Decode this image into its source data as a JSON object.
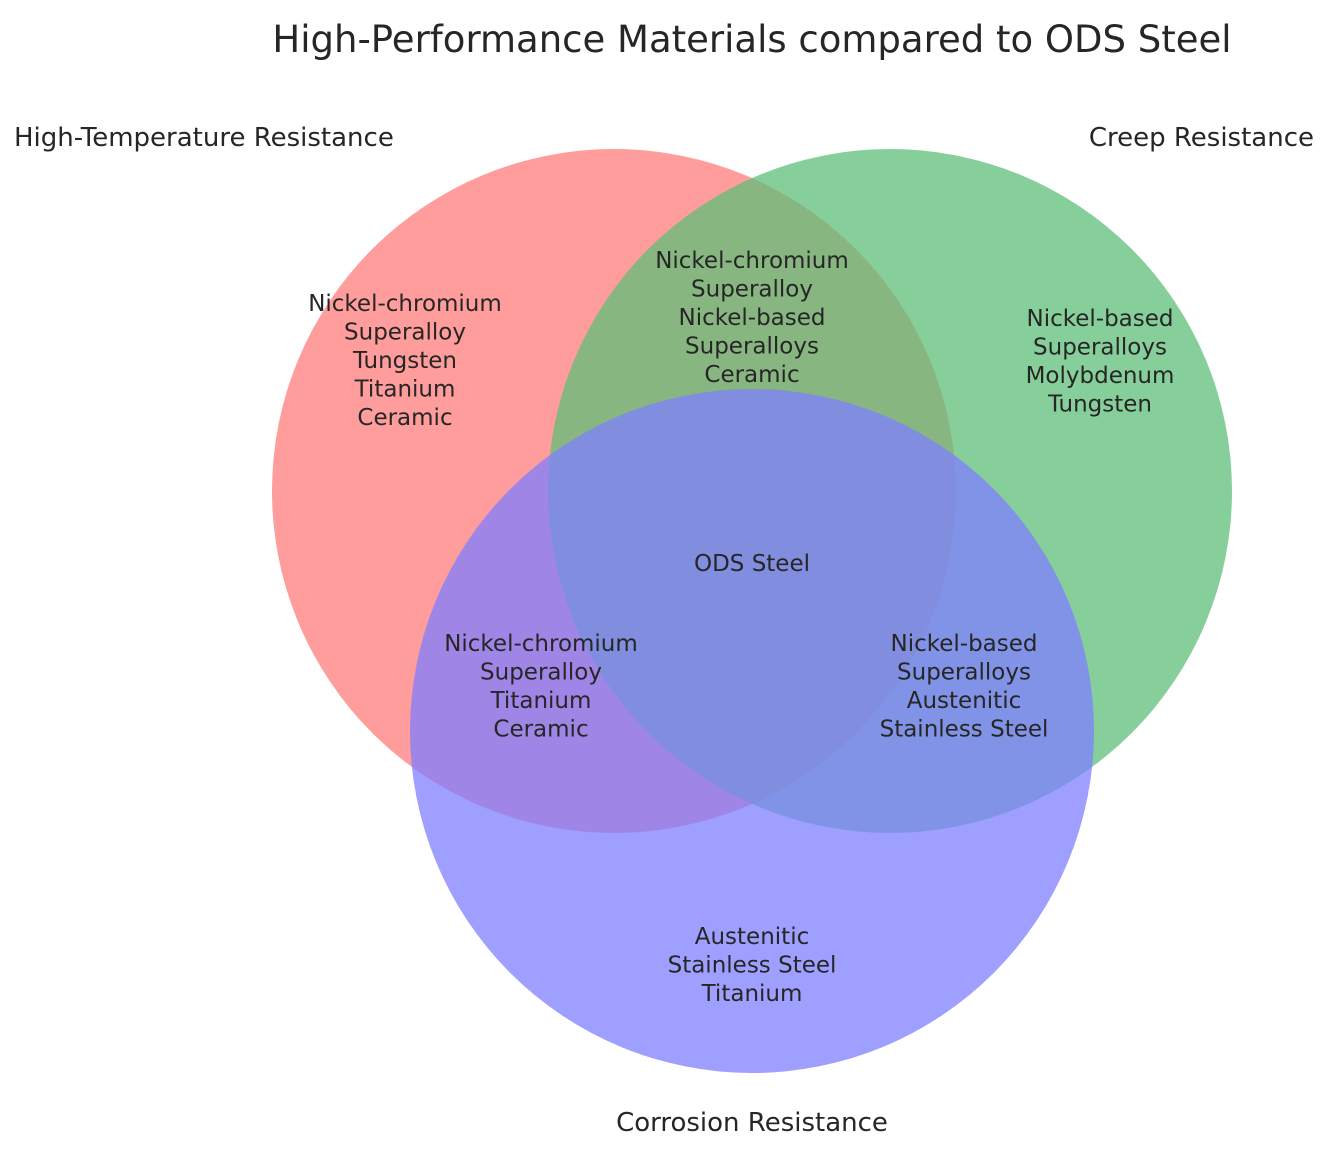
{
  "title": "High-Performance Materials compared to ODS Steel",
  "sets": {
    "high_temperature": {
      "label": "High-Temperature Resistance",
      "color": "#ff7b7b"
    },
    "creep": {
      "label": "Creep Resistance",
      "color": "#5fbf78"
    },
    "corrosion": {
      "label": "Corrosion Resistance",
      "color": "#7f7fff"
    }
  },
  "regions": {
    "high_temperature_only": [
      "Nickel-chromium",
      "Superalloy",
      "Tungsten",
      "Titanium",
      "Ceramic"
    ],
    "creep_only": [
      "Nickel-based",
      "Superalloys",
      "Molybdenum",
      "Tungsten"
    ],
    "corrosion_only": [
      "Austenitic",
      "Stainless Steel",
      "Titanium"
    ],
    "high_temperature_and_creep": [
      "Nickel-chromium",
      "Superalloy",
      "Nickel-based",
      "Superalloys",
      "Ceramic"
    ],
    "high_temperature_and_corrosion": [
      "Nickel-chromium",
      "Superalloy",
      "Titanium",
      "Ceramic"
    ],
    "creep_and_corrosion": [
      "Nickel-based",
      "Superalloys",
      "Austenitic",
      "Stainless Steel"
    ],
    "all_three": [
      "ODS Steel"
    ]
  }
}
